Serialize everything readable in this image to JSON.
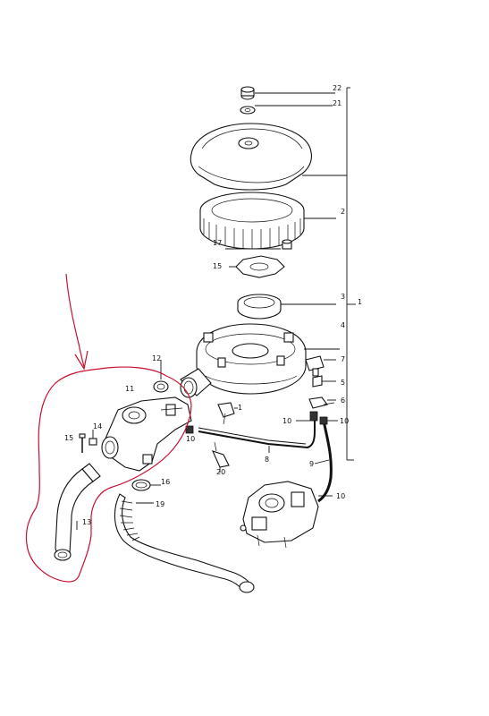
{
  "diagram": {
    "callouts": {
      "c22": "22",
      "c21": "21",
      "c1_top": "1",
      "c2": "2",
      "c17": "17",
      "c15": "15",
      "c3": "3",
      "c1_side": "1",
      "c4": "4",
      "c7": "7",
      "c5": "5",
      "c6": "6",
      "c10_right_a": "10",
      "c10_right_b": "10",
      "c10_mid": "10",
      "c10_left": "10",
      "c10_bottom": "10",
      "c8": "8",
      "c9": "9",
      "c20": "20",
      "c12": "12",
      "c11": "11",
      "c14": "14",
      "c15_left": "15",
      "c16": "16",
      "c19": "19",
      "c13": "13"
    },
    "annotation_color": "#c8102e"
  }
}
